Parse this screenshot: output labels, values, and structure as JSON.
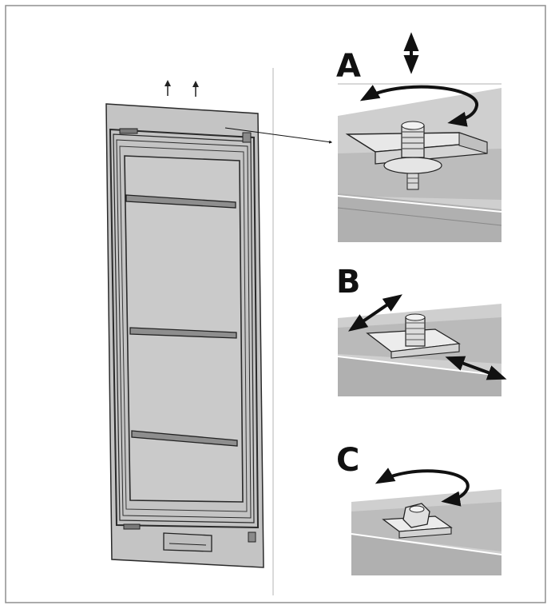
{
  "labels": {
    "a": "A",
    "b": "B",
    "c": "C"
  },
  "colors": {
    "border": "#8f8f8f",
    "door_fill": "#c6c6c6",
    "door_stroke": "#2a2a2a",
    "detail_fill": "#cfcfcf",
    "detail_dark": "#9e9e9e",
    "arrow": "#111111"
  },
  "icons": {
    "up_arrow": "up-arrow-icon",
    "vertical_double_arrow": "vertical-double-arrow-icon",
    "rotate_arrow": "rotate-arrow-icon",
    "diagonal_double_arrow": "diagonal-double-arrow-icon"
  }
}
